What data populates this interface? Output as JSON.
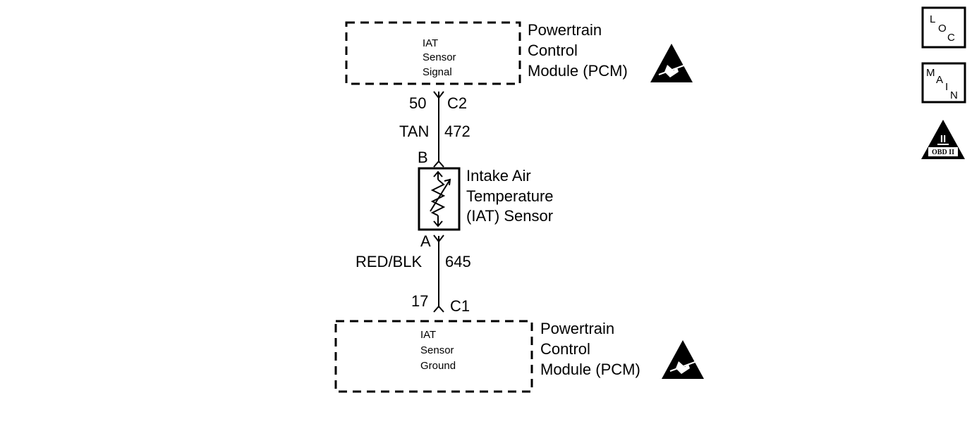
{
  "top_module": {
    "lines": [
      "IAT",
      "Sensor",
      "Signal"
    ],
    "name_lines": [
      "Powertrain",
      "Control",
      "Module (PCM)"
    ]
  },
  "bottom_module": {
    "lines": [
      "IAT",
      "Sensor",
      "Ground"
    ],
    "name_lines": [
      "Powertrain",
      "Control",
      "Module (PCM)"
    ]
  },
  "upper_wire": {
    "pin": "50",
    "connector": "C2",
    "color": "TAN",
    "circuit": "472",
    "sensor_pin": "B"
  },
  "lower_wire": {
    "sensor_pin": "A",
    "color": "RED/BLK",
    "circuit": "645",
    "pin": "17",
    "connector": "C1"
  },
  "sensor": {
    "name_lines": [
      "Intake Air",
      "Temperature",
      "(IAT) Sensor"
    ]
  },
  "badges": {
    "loc": [
      "L",
      "O",
      "C"
    ],
    "main": [
      "M",
      "A",
      "I",
      "N"
    ],
    "obd_numeral": "II",
    "obd_label": "OBD II"
  },
  "esd_icon": "esd-sensitive-icon"
}
